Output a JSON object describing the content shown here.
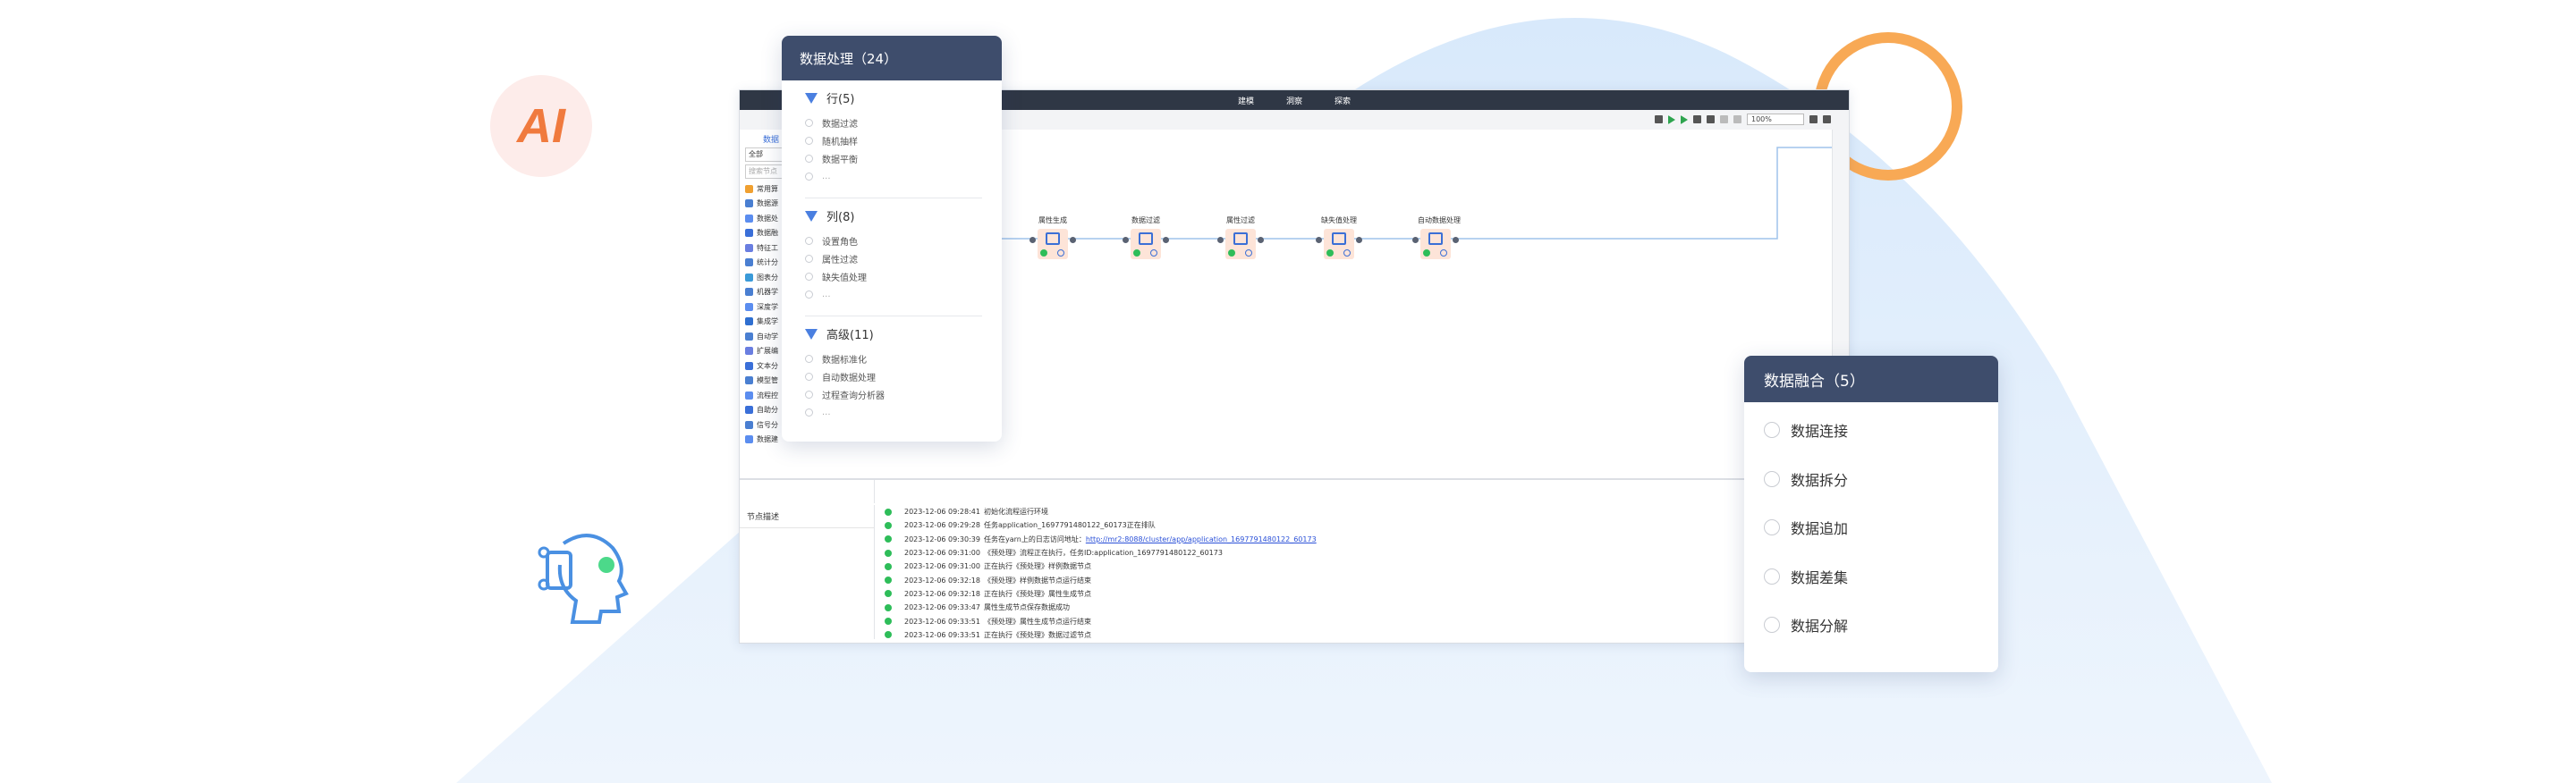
{
  "app": {
    "top_nav": [
      "建模",
      "洞察",
      "探索"
    ],
    "zoom": "100%",
    "left_panel": {
      "tab": "数据",
      "filter_value": "全部",
      "search_placeholder": "搜索节点",
      "categories": [
        "常用算",
        "数据源",
        "数据处",
        "数据融",
        "特征工",
        "统计分",
        "图表分",
        "机器学",
        "深度学",
        "集成学",
        "自动学",
        "扩展编",
        "文本分",
        "模型管",
        "流程控",
        "自助分",
        "信号分",
        "数据建"
      ]
    },
    "nodes": [
      {
        "label": "属性生成"
      },
      {
        "label": "数据过滤"
      },
      {
        "label": "属性过滤"
      },
      {
        "label": "缺失值处理"
      },
      {
        "label": "自动数据处理"
      }
    ],
    "description_header": "节点描述",
    "logs": [
      {
        "time": "2023-12-06 09:28:41",
        "text": "初始化流程运行环境",
        "link": ""
      },
      {
        "time": "2023-12-06 09:29:28",
        "text": "任务application_1697791480122_60173正在排队",
        "link": ""
      },
      {
        "time": "2023-12-06 09:30:39",
        "text": "任务在yarn上的日志访问地址：",
        "link": "http://mr2:8088/cluster/app/application_1697791480122_60173"
      },
      {
        "time": "2023-12-06 09:31:00",
        "text": "《预处理》流程正在执行，任务ID:application_1697791480122_60173",
        "link": ""
      },
      {
        "time": "2023-12-06 09:31:00",
        "text": "正在执行《预处理》样例数据节点",
        "link": ""
      },
      {
        "time": "2023-12-06 09:32:18",
        "text": "《预处理》样例数据节点运行结束",
        "link": ""
      },
      {
        "time": "2023-12-06 09:32:18",
        "text": "正在执行《预处理》属性生成节点",
        "link": ""
      },
      {
        "time": "2023-12-06 09:33:47",
        "text": "属性生成节点保存数据成功",
        "link": ""
      },
      {
        "time": "2023-12-06 09:33:51",
        "text": "《预处理》属性生成节点运行结束",
        "link": ""
      },
      {
        "time": "2023-12-06 09:33:51",
        "text": "正在执行《预处理》数据过滤节点",
        "link": ""
      }
    ]
  },
  "badge": {
    "text": "AI"
  },
  "card_processing": {
    "title": "数据处理（24）",
    "sections": [
      {
        "title": "行(5)",
        "items": [
          "数据过滤",
          "随机抽样",
          "数据平衡",
          "..."
        ]
      },
      {
        "title": "列(8)",
        "items": [
          "设置角色",
          "属性过滤",
          "缺失值处理",
          "..."
        ]
      },
      {
        "title": "高级(11)",
        "items": [
          "数据标准化",
          "自动数据处理",
          "过程查询分析器",
          "..."
        ]
      }
    ]
  },
  "card_fusion": {
    "title": "数据融合（5）",
    "items": [
      "数据连接",
      "数据拆分",
      "数据追加",
      "数据差集",
      "数据分解"
    ]
  },
  "colors": {
    "header": "#3e4d6c",
    "accent_blue": "#4a7fe0",
    "ring_orange": "#f8a955",
    "ai_orange": "#f07a3e",
    "success_green": "#2ebd59"
  }
}
